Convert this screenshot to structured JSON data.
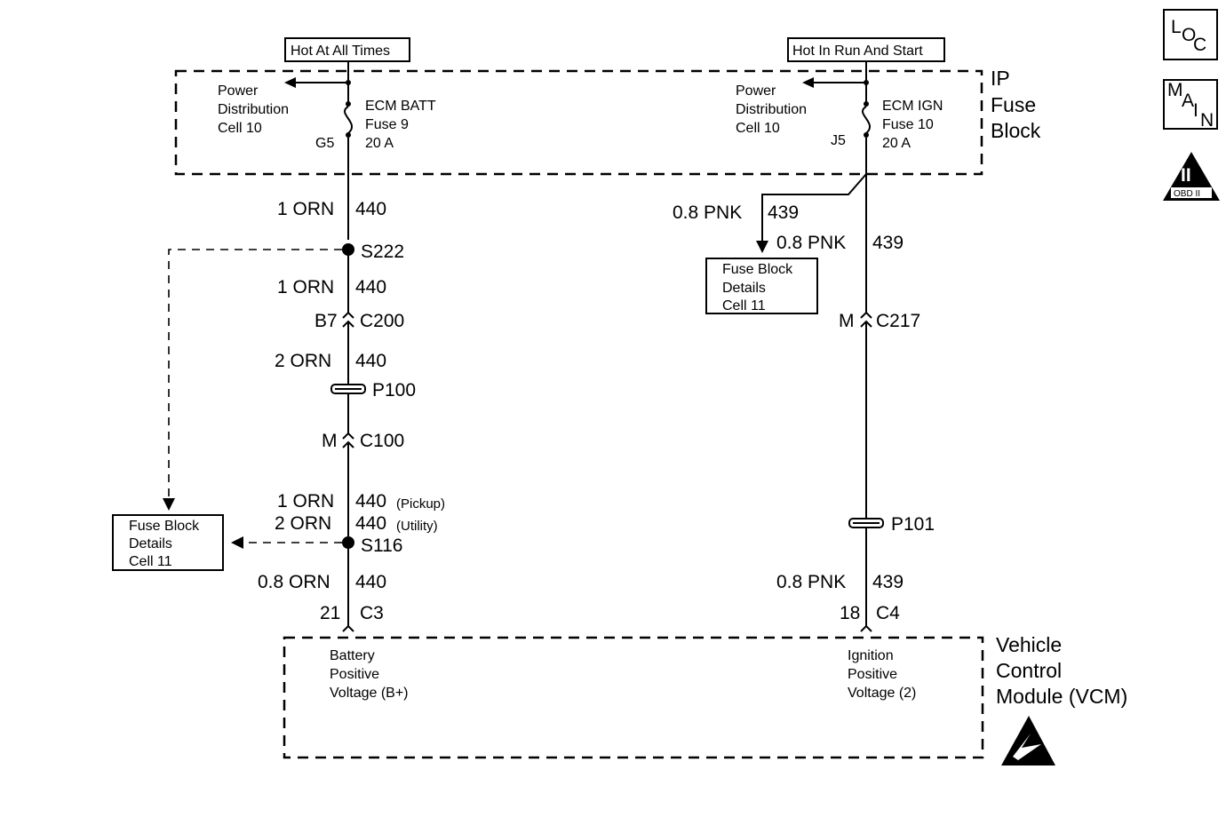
{
  "power_labels": {
    "left": "Hot At All Times",
    "right": "Hot In Run And Start"
  },
  "ip_fuse_block": {
    "title_line1": "IP",
    "title_line2": "Fuse",
    "title_line3": "Block",
    "left_ref_line1": "Power",
    "left_ref_line2": "Distribution",
    "left_ref_line3": "Cell 10",
    "right_ref_line1": "Power",
    "right_ref_line2": "Distribution",
    "right_ref_line3": "Cell 10",
    "left_fuse_line1": "ECM BATT",
    "left_fuse_line2": "Fuse 9",
    "left_fuse_line3": "20 A",
    "left_fuse_pin": "G5",
    "right_fuse_line1": "ECM IGN",
    "right_fuse_line2": "Fuse 10",
    "right_fuse_line3": "20 A",
    "right_fuse_pin": "J5"
  },
  "left_circuit": {
    "w1_size": "1 ORN",
    "w1_num": "440",
    "splice1": "S222",
    "w2_size": "1 ORN",
    "w2_num": "440",
    "c200_pin": "B7",
    "c200": "C200",
    "w3_size": "2 ORN",
    "w3_num": "440",
    "p100": "P100",
    "c100_pin": "M",
    "c100": "C100",
    "w4_size": "1 ORN",
    "w4_num": "440",
    "w4_note": "(Pickup)",
    "w5_size": "2 ORN",
    "w5_num": "440",
    "w5_note": "(Utility)",
    "splice2": "S116",
    "w6_size": "0.8 ORN",
    "w6_num": "440",
    "c3_pin": "21",
    "c3": "C3"
  },
  "right_circuit": {
    "branch_size": "0.8 PNK",
    "branch_num": "439",
    "w1_size": "0.8 PNK",
    "w1_num": "439",
    "c217_pin": "M",
    "c217": "C217",
    "p101": "P101",
    "w2_size": "0.8 PNK",
    "w2_num": "439",
    "c4_pin": "18",
    "c4": "C4"
  },
  "fuse_block_details_left": {
    "line1": "Fuse Block",
    "line2": "Details",
    "line3": "Cell 11"
  },
  "fuse_block_details_right": {
    "line1": "Fuse Block",
    "line2": "Details",
    "line3": "Cell 11"
  },
  "vcm": {
    "title_line1": "Vehicle",
    "title_line2": "Control",
    "title_line3": "Module (VCM)",
    "left_line1": "Battery",
    "left_line2": "Positive",
    "left_line3": "Voltage (B+)",
    "right_line1": "Ignition",
    "right_line2": "Positive",
    "right_line3": "Voltage (2)"
  },
  "nav_icons": {
    "loc_l": "L",
    "loc_o": "O",
    "loc_c": "C",
    "main_m": "M",
    "main_a": "A",
    "main_i": "I",
    "main_n": "N",
    "obd_roman": "II",
    "obd_label": "OBD II"
  },
  "icons": [
    "loc-icon",
    "main-icon",
    "obd-ii-icon",
    "esd-warning-icon",
    "fuse-icon",
    "splice-icon",
    "connector-icon",
    "pass-through-grommet-icon",
    "arrow-icon"
  ]
}
